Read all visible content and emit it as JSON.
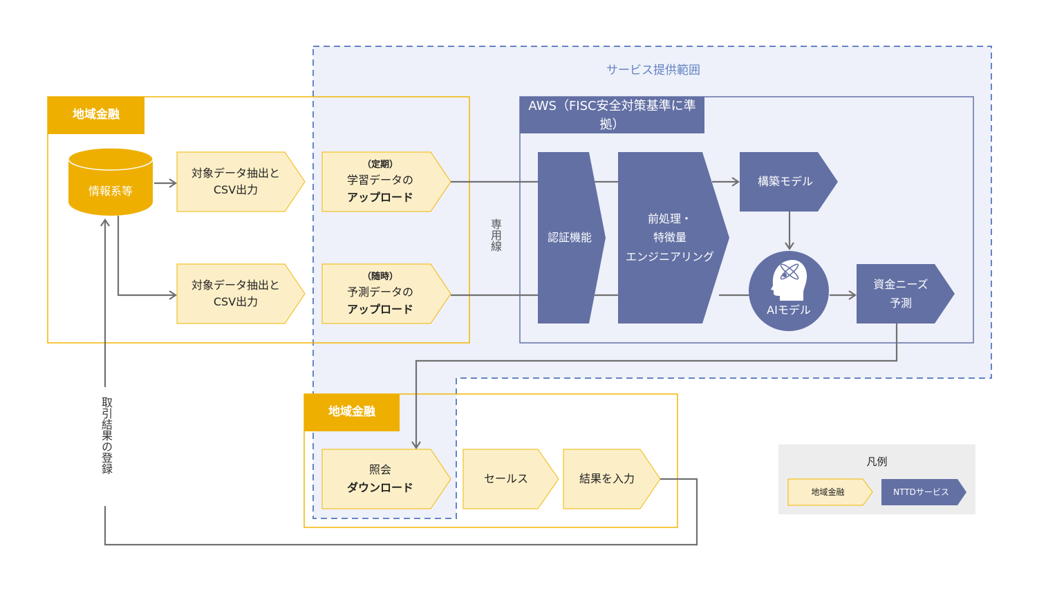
{
  "diagram": {
    "service_area_label": "サービス提供範囲",
    "aws_label": "AWS（FISC安全対策基準に準拠）",
    "dedicated_line_label": "専用線",
    "feedback_label": "取引結果の登録",
    "regional_top": {
      "header": "地域金融",
      "database": "情報系等",
      "extract_1": [
        "対象データ抽出と",
        "CSV出力"
      ],
      "extract_2": [
        "対象データ抽出と",
        "CSV出力"
      ],
      "upload_train": {
        "note": "（定期）",
        "line1": "学習データの",
        "line2": "アップロード"
      },
      "upload_predict": {
        "note": "（随時）",
        "line1": "予測データの",
        "line2": "アップロード"
      }
    },
    "aws": {
      "auth": "認証機能",
      "preprocess": [
        "前処理・",
        "特徴量",
        "エンジニアリング"
      ],
      "built_model": "構築モデル",
      "ai_model": "AIモデル",
      "forecast": [
        "資金ニーズ",
        "予測"
      ]
    },
    "regional_bottom": {
      "header": "地域金融",
      "download": {
        "line1": "照会",
        "line2": "ダウンロード"
      },
      "sales": "セールス",
      "input_result": "結果を入力"
    },
    "legend": {
      "title": "凡例",
      "items": [
        {
          "label": "地域金融",
          "color": "#FCEFC8"
        },
        {
          "label": "NTTDサービス",
          "color": "#6370A4"
        }
      ]
    }
  },
  "colors": {
    "regional_fill": "#FCEFC8",
    "regional_border": "#F2B600",
    "regional_header": "#EEAF00",
    "service_fill": "#6370A4",
    "service_area_bg": "#EEF1FA",
    "service_area_border": "#6483C4",
    "connector": "#707070",
    "legend_bg": "#EDEDED"
  }
}
